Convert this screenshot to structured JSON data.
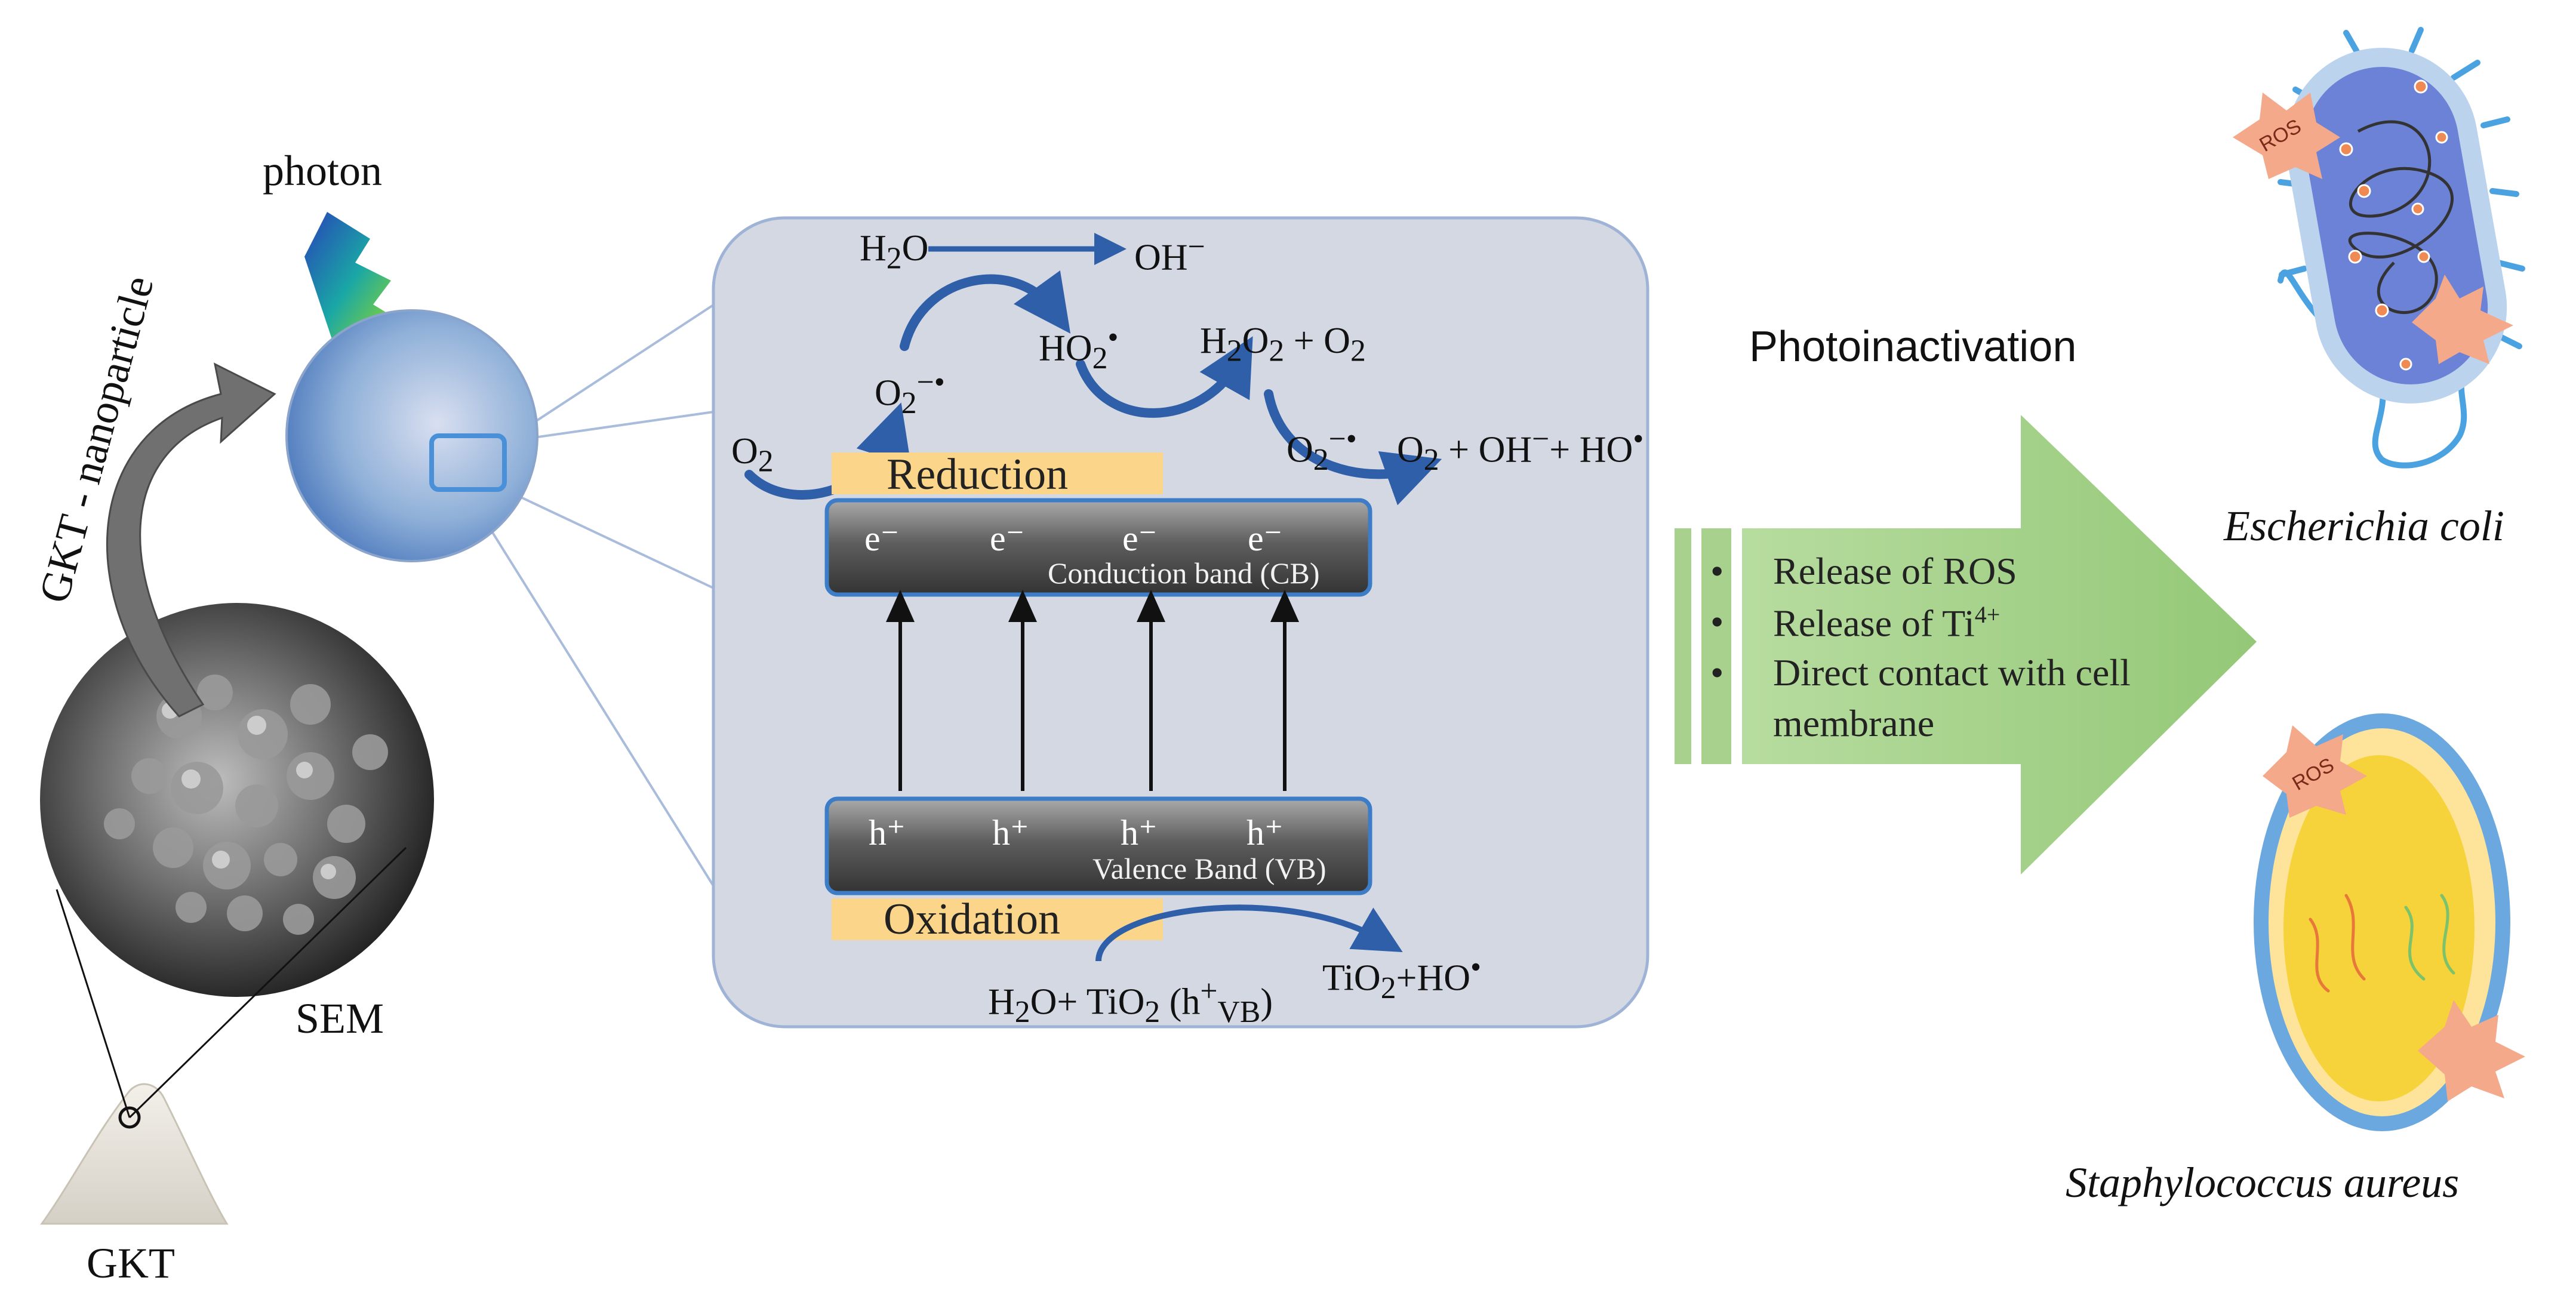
{
  "photon_label": "photon",
  "nanoparticle_label": "GKT - nanoparticle",
  "sem_label": "SEM",
  "gkt_label": "GKT",
  "reactions": {
    "water": "H",
    "water_sub": "2",
    "water_tail": "O",
    "hydroxide": "OH",
    "hydroxide_sup": "−",
    "oxygen": "O",
    "oxygen_sub": "2",
    "superoxide1": "O",
    "superoxide1_sub": "2",
    "superoxide1_sup": "−•",
    "hydroperoxyl": "HO",
    "hydroperoxyl_sub": "2",
    "hydroperoxyl_sup": "•",
    "peroxide_left": "H",
    "peroxide_sub1": "2",
    "peroxide_mid": "O",
    "peroxide_sub2": "2",
    "peroxide_plus": " + O",
    "peroxide_sub3": "2",
    "superoxide2": "O",
    "superoxide2_sub": "2",
    "superoxide2_sup": "−•",
    "products_a": "O",
    "products_a_sub": "2",
    "products_b": " + OH",
    "products_b_sup": "−",
    "products_c": "+ HO",
    "products_c_sup": "•",
    "oxidation_reactant_a": "H",
    "oxidation_reactant_sub1": "2",
    "oxidation_reactant_b": "O+ TiO",
    "oxidation_reactant_sub2": "2",
    "oxidation_reactant_c": " (h",
    "oxidation_reactant_sup": "+",
    "oxidation_reactant_sub3": "VB",
    "oxidation_reactant_d": ")",
    "oxidation_product_a": "TiO",
    "oxidation_product_sub": "2",
    "oxidation_product_b": "+HO",
    "oxidation_product_sup": "•"
  },
  "reduction_label": "Reduction",
  "oxidation_label": "Oxidation",
  "conduction_band": {
    "carriers": [
      "e⁻",
      "e⁻",
      "e⁻",
      "e⁻"
    ],
    "name": "Conduction band (CB)"
  },
  "valence_band": {
    "carriers": [
      "h⁺",
      "h⁺",
      "h⁺",
      "h⁺"
    ],
    "name": "Valence Band (VB)"
  },
  "photoinactivation_label": "Photoinactivation",
  "mechanisms": {
    "bullet": "•",
    "item1": "Release of ROS",
    "item2_text": "Release of Ti",
    "item2_sup": "4+",
    "item3_line1": "Direct contact with cell",
    "item3_line2": "membrane"
  },
  "bacteria": {
    "ecoli_label": "Escherichia coli",
    "saureus_label": "Staphylococcus aureus",
    "ros_tag": "ROS"
  },
  "colors": {
    "panel_fill": "#d4d8e3",
    "panel_stroke": "#9fb3d6",
    "band_dark": "#3a3a3a",
    "band_light": "#9c9c9c",
    "band_stroke": "#3d7cc7",
    "label_bg": "#fbd58a",
    "curve_arrow": "#2e5fa8",
    "green_arrow": "#a8d18d",
    "ecoli_body": "#6b82d6",
    "ecoli_wall": "#bcd3ee",
    "saureus_core": "#f6d23b",
    "saureus_wall": "#6aa8df",
    "ros_burst": "#f4a98a"
  }
}
